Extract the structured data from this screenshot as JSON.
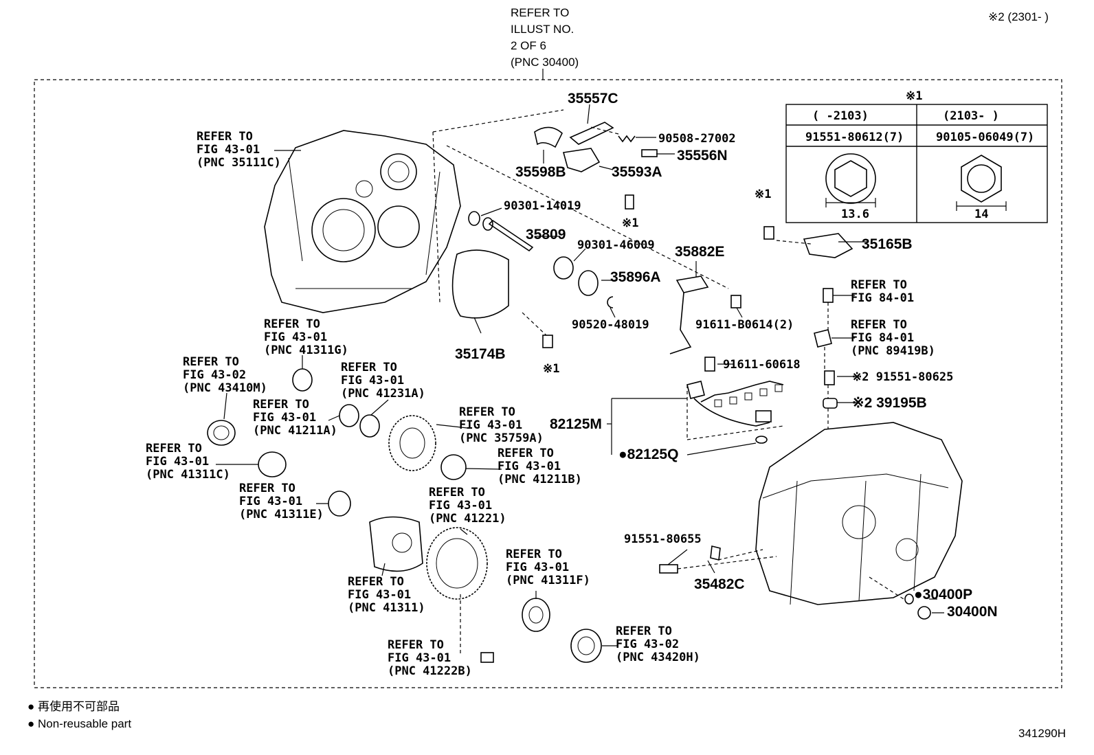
{
  "header": {
    "refer_lines": [
      "REFER TO",
      "ILLUST NO.",
      "2 OF 6",
      "(PNC 30400)"
    ],
    "note_x2": "※2 (2301-      )"
  },
  "table": {
    "title": "※1",
    "col1_header": "(      -2103)",
    "col2_header": "(2103-      )",
    "col1_part": "91551-80612(7)",
    "col2_part": "90105-06049(7)",
    "col1_dim": "13.6",
    "col2_dim": "14"
  },
  "labels": {
    "p35557C": "35557C",
    "p90508": "90508-27002",
    "p35556N": "35556N",
    "p35598B": "35598B",
    "p35593A": "35593A",
    "x1_a": "※1",
    "p90301_14019": "90301-14019",
    "p35809": "35809",
    "p90301_46009": "90301-46009",
    "p35896A": "35896A",
    "p90520": "90520-48019",
    "p35882E": "35882E",
    "p91611_B0614": "91611-B0614(2)",
    "p35174B": "35174B",
    "x1_b": "※1",
    "x1_c": "※1",
    "p35165B": "35165B",
    "p91611_60618": "91611-60618",
    "p82125M": "82125M",
    "p82125Q": "●82125Q",
    "p91551_80625": "※2 91551-80625",
    "p39195B": "※2 39195B",
    "p91551_80655": "91551-80655",
    "p35482C": "35482C",
    "p30400P": "●30400P",
    "p30400N": "30400N"
  },
  "refs": {
    "r35111C": [
      "REFER  TO",
      "FIG 43-01",
      "(PNC 35111C)"
    ],
    "r41311G": [
      "REFER  TO",
      "FIG 43-01",
      "(PNC 41311G)"
    ],
    "r43410M": [
      "REFER  TO",
      "FIG 43-02",
      "(PNC 43410M)"
    ],
    "r41231A": [
      "REFER  TO",
      "FIG 43-01",
      "(PNC 41231A)"
    ],
    "r41211A": [
      "REFER  TO",
      "FIG 43-01",
      "(PNC 41211A)"
    ],
    "r35759A": [
      "REFER  TO",
      "FIG 43-01",
      "(PNC 35759A)"
    ],
    "r41311C": [
      "REFER  TO",
      "FIG 43-01",
      "(PNC 41311C)"
    ],
    "r41211B": [
      "REFER  TO",
      "FIG 43-01",
      "(PNC 41211B)"
    ],
    "r41311E": [
      "REFER  TO",
      "FIG 43-01",
      "(PNC 41311E)"
    ],
    "r41221": [
      "REFER  TO",
      "FIG 43-01",
      "(PNC 41221)"
    ],
    "r41311F": [
      "REFER  TO",
      "FIG 43-01",
      "(PNC 41311F)"
    ],
    "r41311": [
      "REFER  TO",
      "FIG 43-01",
      "(PNC 41311)"
    ],
    "r41222B": [
      "REFER  TO",
      "FIG 43-01",
      "(PNC 41222B)"
    ],
    "r43420H": [
      "REFER  TO",
      "FIG 43-02",
      "(PNC 43420H)"
    ],
    "r84_01a": [
      "REFER  TO",
      "FIG 84-01"
    ],
    "r89419B": [
      "REFER  TO",
      "FIG 84-01",
      "(PNC 89419B)"
    ]
  },
  "legend": {
    "jp": "● 再使用不可部品",
    "en": "● Non-reusable part"
  },
  "footer": {
    "code": "341290H"
  }
}
